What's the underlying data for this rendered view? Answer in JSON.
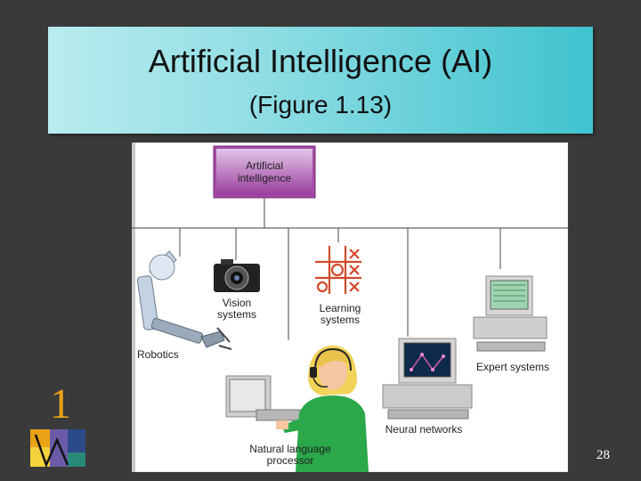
{
  "slide": {
    "title": "Artificial Intelligence (AI)",
    "subtitle": "(Figure 1.13)",
    "chapter_number": "1",
    "page_number": "28"
  },
  "diagram": {
    "root": "Artificial\nintelligence",
    "nodes": [
      {
        "label": "Robotics",
        "icon": "robotic-arm-icon"
      },
      {
        "label": "Vision\nsystems",
        "icon": "camera-icon"
      },
      {
        "label": "Learning\nsystems",
        "icon": "tic-tac-toe-icon"
      },
      {
        "label": "Expert systems",
        "icon": "computer-icon"
      },
      {
        "label": "Neural networks",
        "icon": "computer-icon"
      },
      {
        "label": "Natural language\nprocessor",
        "icon": "operator-with-headset-icon"
      }
    ]
  },
  "colors": {
    "title_bg": "#3fc3cf",
    "root_box": "#9c3c9c",
    "chapter_number": "#e8a317"
  }
}
